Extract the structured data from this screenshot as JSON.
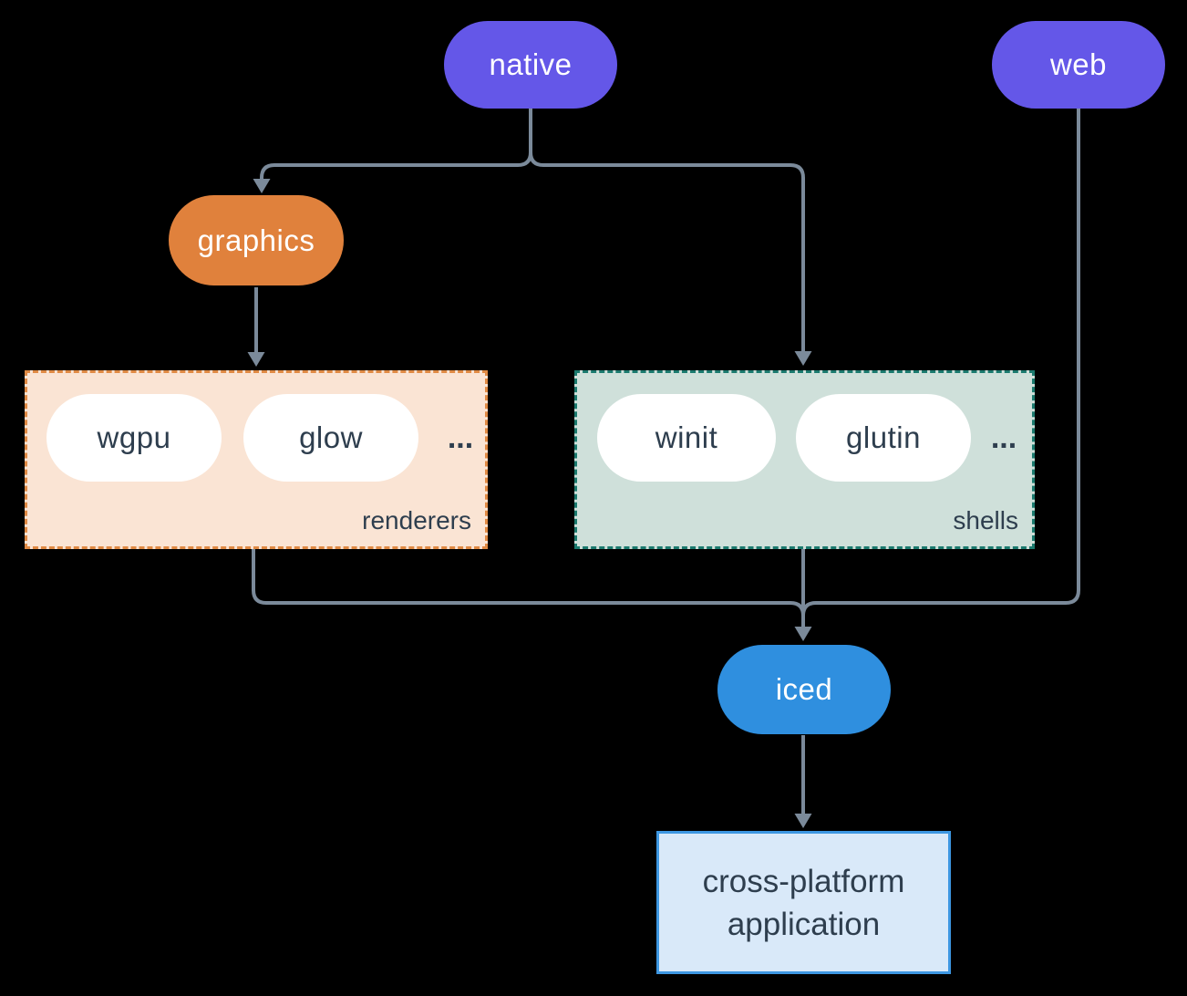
{
  "colors": {
    "purple": "#6457e8",
    "orange": "#e0813c",
    "blue": "#2f8fdf",
    "line": "#7b8a9a",
    "peach_bg": "#fae4d4",
    "peach_border": "#e08a44",
    "green_bg": "#cfe0da",
    "green_border": "#1b7a6e",
    "app_bg": "#d9e9f9",
    "app_border": "#3d97e2",
    "dark_text": "#2e3e4e"
  },
  "nodes": {
    "native": {
      "label": "native"
    },
    "web": {
      "label": "web"
    },
    "graphics": {
      "label": "graphics"
    },
    "iced": {
      "label": "iced"
    },
    "application": {
      "line1": "cross-platform",
      "line2": "application"
    }
  },
  "groups": {
    "renderers": {
      "label": "renderers",
      "items": [
        {
          "label": "wgpu"
        },
        {
          "label": "glow"
        }
      ],
      "ellipsis": "..."
    },
    "shells": {
      "label": "shells",
      "items": [
        {
          "label": "winit"
        },
        {
          "label": "glutin"
        }
      ],
      "ellipsis": "..."
    }
  }
}
